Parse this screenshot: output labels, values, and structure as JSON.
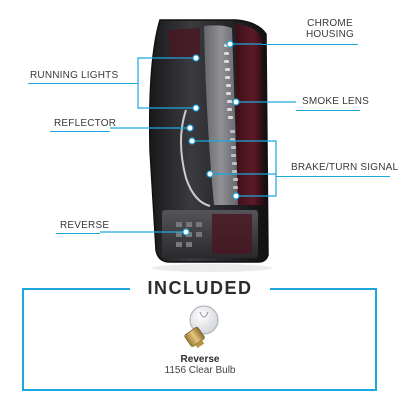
{
  "callouts": {
    "chrome_housing_line1": "CHROME",
    "chrome_housing_line2": "HOUSING",
    "running_lights": "RUNNING LIGHTS",
    "smoke_lens": "SMOKE LENS",
    "reflector": "REFLECTOR",
    "brake_turn_signal": "BRAKE/TURN SIGNAL",
    "reverse": "REVERSE"
  },
  "included": {
    "title": "INCLUDED",
    "bulb_name": "Reverse",
    "bulb_desc": "1156 Clear Bulb"
  },
  "colors": {
    "accent": "#1ea7df",
    "lens_dark": "#2a2a2e",
    "lens_red": "#5a1a24",
    "chrome": "#b9bcc2"
  }
}
